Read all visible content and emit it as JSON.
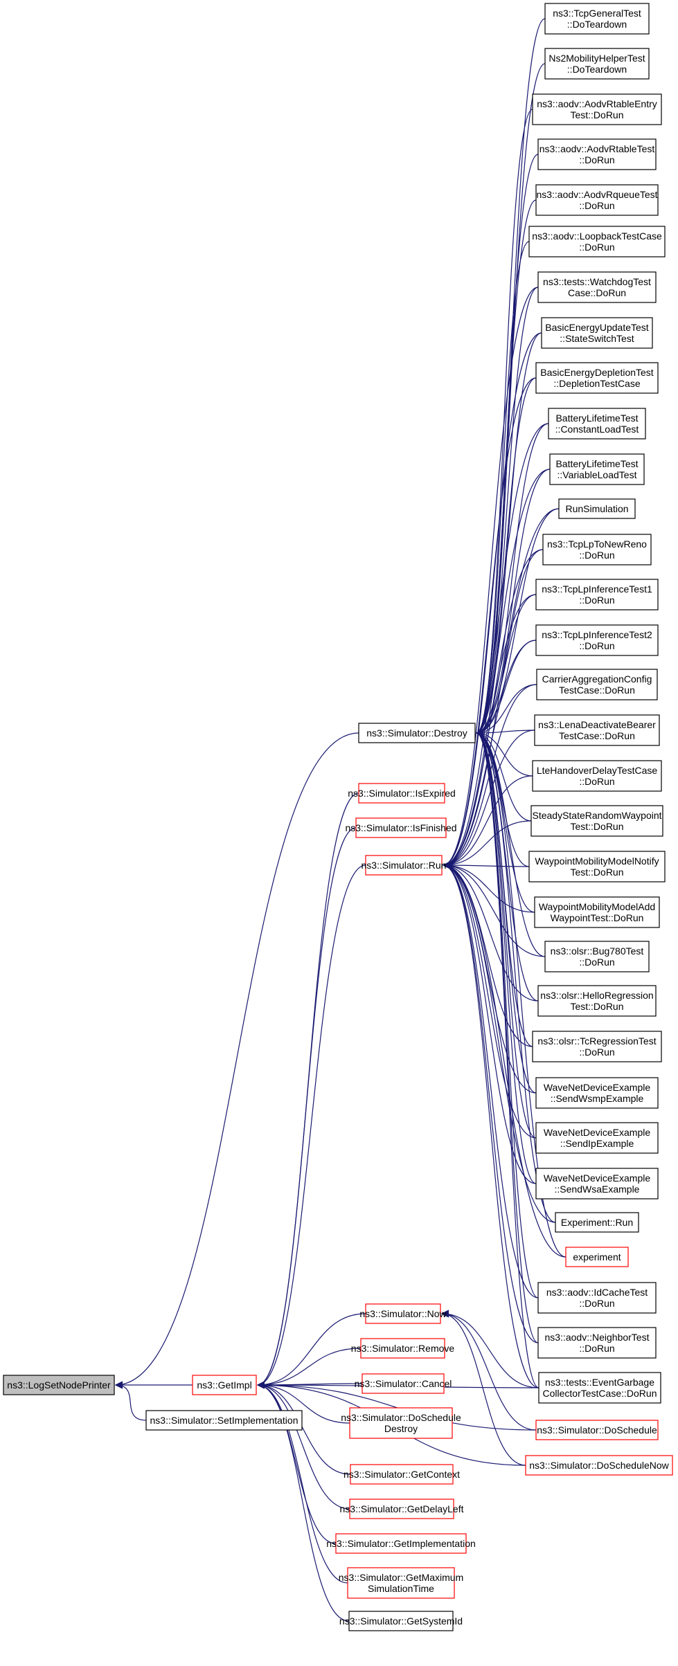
{
  "colors": {
    "edge": "#191970",
    "border_black": "#000000",
    "border_red": "#ff0000",
    "highlight_fill": "#bfbfbf",
    "fill": "#ffffff"
  },
  "diagram": {
    "nodes": [
      {
        "id": "root",
        "lines": [
          "ns3::LogSetNodePrinter"
        ],
        "style": "highlight"
      },
      {
        "id": "getimpl",
        "lines": [
          "ns3::GetImpl"
        ],
        "style": "red"
      },
      {
        "id": "setimpl",
        "lines": [
          "ns3::Simulator::SetImplementation"
        ],
        "style": "black"
      },
      {
        "id": "destroy",
        "lines": [
          "ns3::Simulator::Destroy"
        ],
        "style": "black"
      },
      {
        "id": "isexpired",
        "lines": [
          "ns3::Simulator::IsExpired"
        ],
        "style": "red"
      },
      {
        "id": "isfinished",
        "lines": [
          "ns3::Simulator::IsFinished"
        ],
        "style": "red"
      },
      {
        "id": "run",
        "lines": [
          "ns3::Simulator::Run"
        ],
        "style": "red"
      },
      {
        "id": "now",
        "lines": [
          "ns3::Simulator::Now"
        ],
        "style": "red"
      },
      {
        "id": "remove",
        "lines": [
          "ns3::Simulator::Remove"
        ],
        "style": "red"
      },
      {
        "id": "cancel",
        "lines": [
          "ns3::Simulator::Cancel"
        ],
        "style": "red"
      },
      {
        "id": "doscheddestroy",
        "lines": [
          "ns3::Simulator::DoSchedule",
          "Destroy"
        ],
        "style": "red"
      },
      {
        "id": "getcontext",
        "lines": [
          "ns3::Simulator::GetContext"
        ],
        "style": "red"
      },
      {
        "id": "getdelayleft",
        "lines": [
          "ns3::Simulator::GetDelayLeft"
        ],
        "style": "red"
      },
      {
        "id": "getimplementation",
        "lines": [
          "ns3::Simulator::GetImplementation"
        ],
        "style": "red"
      },
      {
        "id": "getmaxsim",
        "lines": [
          "ns3::Simulator::GetMaximum",
          "SimulationTime"
        ],
        "style": "red"
      },
      {
        "id": "getsystemid",
        "lines": [
          "ns3::Simulator::GetSystemId"
        ],
        "style": "black"
      },
      {
        "id": "tcpgeneral",
        "lines": [
          "ns3::TcpGeneralTest",
          "::DoTeardown"
        ],
        "style": "black"
      },
      {
        "id": "ns2mob",
        "lines": [
          "Ns2MobilityHelperTest",
          "::DoTeardown"
        ],
        "style": "black"
      },
      {
        "id": "aodvrtentry",
        "lines": [
          "ns3::aodv::AodvRtableEntry",
          "Test::DoRun"
        ],
        "style": "black"
      },
      {
        "id": "aodvrt",
        "lines": [
          "ns3::aodv::AodvRtableTest",
          "::DoRun"
        ],
        "style": "black"
      },
      {
        "id": "aodvrq",
        "lines": [
          "ns3::aodv::AodvRqueueTest",
          "::DoRun"
        ],
        "style": "black"
      },
      {
        "id": "aodvloop",
        "lines": [
          "ns3::aodv::LoopbackTestCase",
          "::DoRun"
        ],
        "style": "black"
      },
      {
        "id": "watchdog",
        "lines": [
          "ns3::tests::WatchdogTest",
          "Case::DoRun"
        ],
        "style": "black"
      },
      {
        "id": "basicupdate",
        "lines": [
          "BasicEnergyUpdateTest",
          "::StateSwitchTest"
        ],
        "style": "black"
      },
      {
        "id": "basicdepl",
        "lines": [
          "BasicEnergyDepletionTest",
          "::DepletionTestCase"
        ],
        "style": "black"
      },
      {
        "id": "battconst",
        "lines": [
          "BatteryLifetimeTest",
          "::ConstantLoadTest"
        ],
        "style": "black"
      },
      {
        "id": "battvar",
        "lines": [
          "BatteryLifetimeTest",
          "::VariableLoadTest"
        ],
        "style": "black"
      },
      {
        "id": "runsim",
        "lines": [
          "RunSimulation"
        ],
        "style": "black"
      },
      {
        "id": "tcplpnewreno",
        "lines": [
          "ns3::TcpLpToNewReno",
          "::DoRun"
        ],
        "style": "black"
      },
      {
        "id": "tcplpinf1",
        "lines": [
          "ns3::TcpLpInferenceTest1",
          "::DoRun"
        ],
        "style": "black"
      },
      {
        "id": "tcplpinf2",
        "lines": [
          "ns3::TcpLpInferenceTest2",
          "::DoRun"
        ],
        "style": "black"
      },
      {
        "id": "carrieragg",
        "lines": [
          "CarrierAggregationConfig",
          "TestCase::DoRun"
        ],
        "style": "black"
      },
      {
        "id": "lenadeact",
        "lines": [
          "ns3::LenaDeactivateBearer",
          "TestCase::DoRun"
        ],
        "style": "black"
      },
      {
        "id": "ltehandover",
        "lines": [
          "LteHandoverDelayTestCase",
          "::DoRun"
        ],
        "style": "black"
      },
      {
        "id": "steadystate",
        "lines": [
          "SteadyStateRandomWaypoint",
          "Test::DoRun"
        ],
        "style": "black"
      },
      {
        "id": "waypointnotify",
        "lines": [
          "WaypointMobilityModelNotify",
          "Test::DoRun"
        ],
        "style": "black"
      },
      {
        "id": "waypointadd",
        "lines": [
          "WaypointMobilityModelAdd",
          "WaypointTest::DoRun"
        ],
        "style": "black"
      },
      {
        "id": "olsrbug",
        "lines": [
          "ns3::olsr::Bug780Test",
          "::DoRun"
        ],
        "style": "black"
      },
      {
        "id": "olsrhello",
        "lines": [
          "ns3::olsr::HelloRegression",
          "Test::DoRun"
        ],
        "style": "black"
      },
      {
        "id": "olsrtc",
        "lines": [
          "ns3::olsr::TcRegressionTest",
          "::DoRun"
        ],
        "style": "black"
      },
      {
        "id": "wavewsmp",
        "lines": [
          "WaveNetDeviceExample",
          "::SendWsmpExample"
        ],
        "style": "black"
      },
      {
        "id": "waveip",
        "lines": [
          "WaveNetDeviceExample",
          "::SendIpExample"
        ],
        "style": "black"
      },
      {
        "id": "wavewsa",
        "lines": [
          "WaveNetDeviceExample",
          "::SendWsaExample"
        ],
        "style": "black"
      },
      {
        "id": "exprun",
        "lines": [
          "Experiment::Run"
        ],
        "style": "black"
      },
      {
        "id": "experiment",
        "lines": [
          "experiment"
        ],
        "style": "red"
      },
      {
        "id": "aodvidcache",
        "lines": [
          "ns3::aodv::IdCacheTest",
          "::DoRun"
        ],
        "style": "black"
      },
      {
        "id": "aodvneighbor",
        "lines": [
          "ns3::aodv::NeighborTest",
          "::DoRun"
        ],
        "style": "black"
      },
      {
        "id": "eventgarbage",
        "lines": [
          "ns3::tests::EventGarbage",
          "CollectorTestCase::DoRun"
        ],
        "style": "black"
      },
      {
        "id": "doschedule",
        "lines": [
          "ns3::Simulator::DoSchedule"
        ],
        "style": "red"
      },
      {
        "id": "doschednow",
        "lines": [
          "ns3::Simulator::DoScheduleNow"
        ],
        "style": "red"
      }
    ],
    "edges": [
      [
        "getimpl",
        "root"
      ],
      [
        "setimpl",
        "root"
      ],
      [
        "destroy",
        "root"
      ],
      [
        "isexpired",
        "getimpl"
      ],
      [
        "isfinished",
        "getimpl"
      ],
      [
        "run",
        "getimpl"
      ],
      [
        "now",
        "getimpl"
      ],
      [
        "remove",
        "getimpl"
      ],
      [
        "cancel",
        "getimpl"
      ],
      [
        "doscheddestroy",
        "getimpl"
      ],
      [
        "getcontext",
        "getimpl"
      ],
      [
        "getdelayleft",
        "getimpl"
      ],
      [
        "getimplementation",
        "getimpl"
      ],
      [
        "getmaxsim",
        "getimpl"
      ],
      [
        "getsystemid",
        "getimpl"
      ],
      [
        "doschedule",
        "getimpl"
      ],
      [
        "doschednow",
        "getimpl"
      ],
      [
        "eventgarbage",
        "getimpl"
      ],
      [
        "doschedule",
        "now"
      ],
      [
        "doschednow",
        "now"
      ],
      [
        "eventgarbage",
        "now"
      ],
      [
        "tcpgeneral",
        "destroy"
      ],
      [
        "ns2mob",
        "destroy"
      ],
      [
        "aodvrtentry",
        "destroy"
      ],
      [
        "aodvrt",
        "destroy"
      ],
      [
        "aodvrq",
        "destroy"
      ],
      [
        "aodvloop",
        "destroy"
      ],
      [
        "watchdog",
        "destroy"
      ],
      [
        "basicupdate",
        "destroy"
      ],
      [
        "basicdepl",
        "destroy"
      ],
      [
        "battconst",
        "destroy"
      ],
      [
        "battvar",
        "destroy"
      ],
      [
        "runsim",
        "destroy"
      ],
      [
        "tcplpnewreno",
        "destroy"
      ],
      [
        "tcplpinf1",
        "destroy"
      ],
      [
        "tcplpinf2",
        "destroy"
      ],
      [
        "carrieragg",
        "destroy"
      ],
      [
        "lenadeact",
        "destroy"
      ],
      [
        "ltehandover",
        "destroy"
      ],
      [
        "steadystate",
        "destroy"
      ],
      [
        "waypointnotify",
        "destroy"
      ],
      [
        "waypointadd",
        "destroy"
      ],
      [
        "olsrbug",
        "destroy"
      ],
      [
        "olsrhello",
        "destroy"
      ],
      [
        "olsrtc",
        "destroy"
      ],
      [
        "wavewsmp",
        "destroy"
      ],
      [
        "waveip",
        "destroy"
      ],
      [
        "wavewsa",
        "destroy"
      ],
      [
        "exprun",
        "destroy"
      ],
      [
        "experiment",
        "destroy"
      ],
      [
        "aodvidcache",
        "destroy"
      ],
      [
        "aodvneighbor",
        "destroy"
      ],
      [
        "eventgarbage",
        "destroy"
      ],
      [
        "watchdog",
        "run"
      ],
      [
        "basicupdate",
        "run"
      ],
      [
        "basicdepl",
        "run"
      ],
      [
        "battconst",
        "run"
      ],
      [
        "battvar",
        "run"
      ],
      [
        "runsim",
        "run"
      ],
      [
        "tcplpnewreno",
        "run"
      ],
      [
        "tcplpinf1",
        "run"
      ],
      [
        "tcplpinf2",
        "run"
      ],
      [
        "carrieragg",
        "run"
      ],
      [
        "lenadeact",
        "run"
      ],
      [
        "ltehandover",
        "run"
      ],
      [
        "steadystate",
        "run"
      ],
      [
        "waypointnotify",
        "run"
      ],
      [
        "waypointadd",
        "run"
      ],
      [
        "olsrbug",
        "run"
      ],
      [
        "olsrhello",
        "run"
      ],
      [
        "olsrtc",
        "run"
      ],
      [
        "wavewsmp",
        "run"
      ],
      [
        "waveip",
        "run"
      ],
      [
        "wavewsa",
        "run"
      ],
      [
        "exprun",
        "run"
      ],
      [
        "experiment",
        "run"
      ],
      [
        "aodvidcache",
        "run"
      ],
      [
        "aodvneighbor",
        "run"
      ],
      [
        "eventgarbage",
        "run"
      ]
    ]
  }
}
